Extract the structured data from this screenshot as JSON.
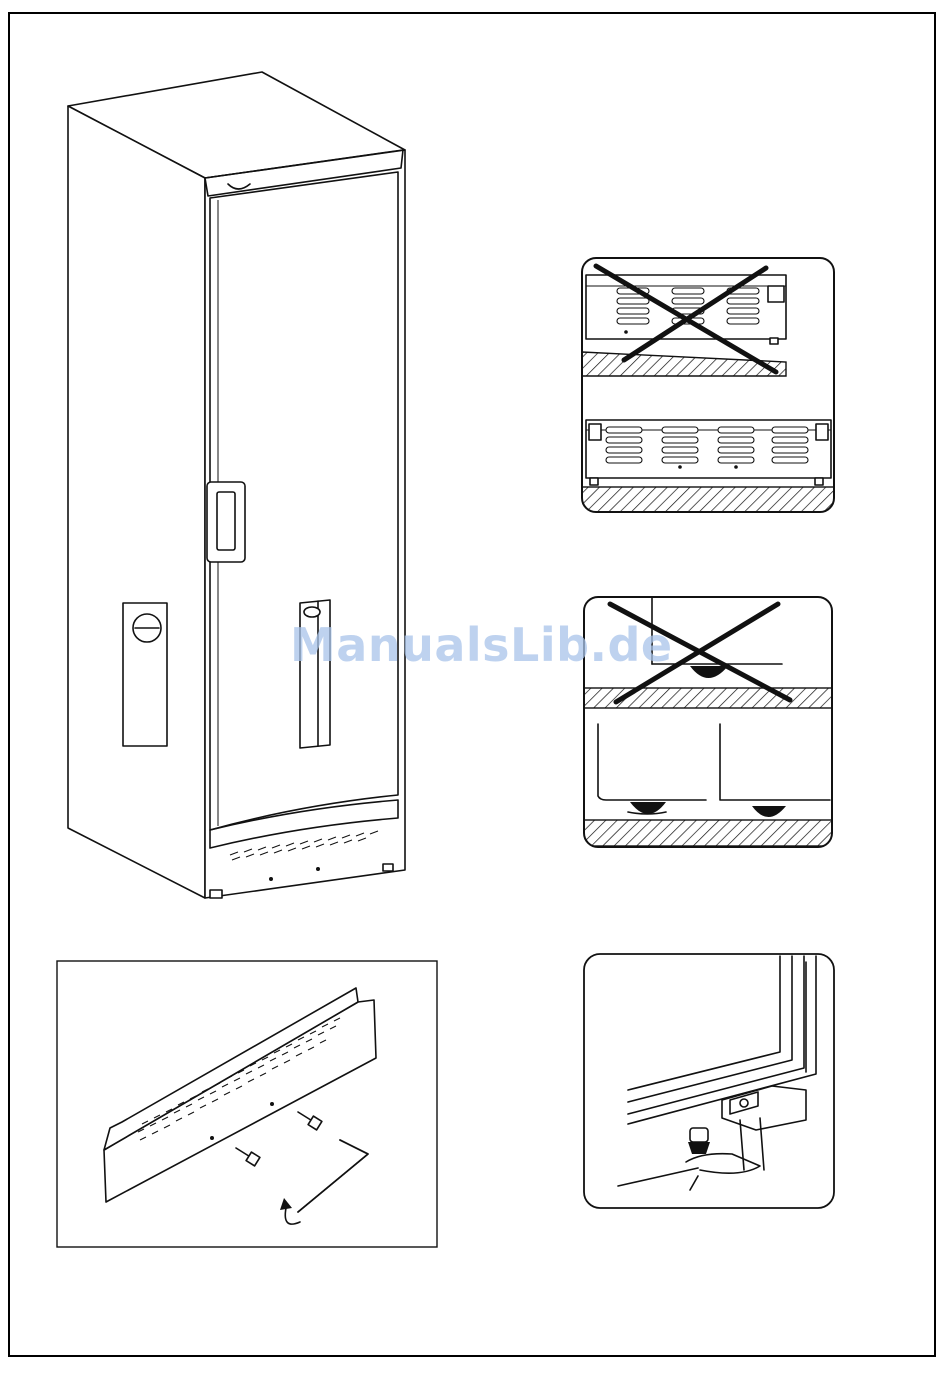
{
  "watermark": "ManualsLib.de",
  "figures": {
    "cabinet": "refrigerator-cabinet",
    "wrong_floor": "uneven-floor-incorrect",
    "correct_floor": "level-floor-correct",
    "wrong_feet": "feet-incorrect",
    "correct_feet": "feet-correct",
    "grille": "ventilation-grille-assembly",
    "door_foot": "door-hinge-adjustable-foot"
  }
}
